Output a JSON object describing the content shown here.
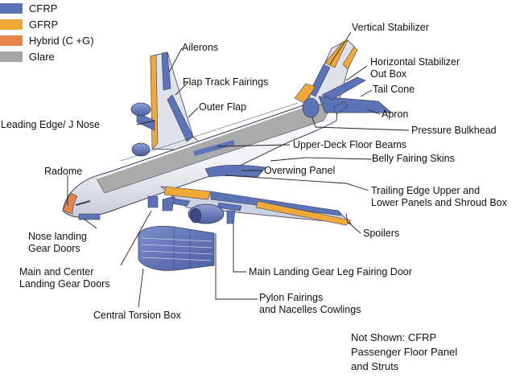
{
  "legend": [
    {
      "label": "CFRP",
      "color": "#5d73b8"
    },
    {
      "label": "GFRP",
      "color": "#f0a83a"
    },
    {
      "label": "Hybrid (C +G)",
      "color": "#e6844a"
    },
    {
      "label": "Glare",
      "color": "#a7a7a7"
    }
  ],
  "labels": {
    "vertical_stabilizer": "Vertical Stabilizer",
    "ailerons": "Ailerons",
    "horizontal_stabilizer_line1": "Horizontal Stabilizer",
    "horizontal_stabilizer_line2": "Out Box",
    "flap_track_fairings": "Flap Track Fairings",
    "tail_cone": "Tail Cone",
    "outer_flap": "Outer Flap",
    "apron": "Apron",
    "leading_edge": "Leading Edge/ J Nose",
    "pressure_bulkhead": "Pressure Bulkhead",
    "upper_deck_floor_beams": "Upper-Deck Floor Beams",
    "belly_fairing_skins": "Belly Fairing Skins",
    "radome": "Radome",
    "overwing_panel": "Overwing Panel",
    "trailing_edge_line1": "Trailing Edge Upper and",
    "trailing_edge_line2": "Lower Panels and Shroud Box",
    "spoilers": "Spoilers",
    "nose_landing_line1": "Nose landing",
    "nose_landing_line2": "Gear Doors",
    "main_center_line1": "Main and Center",
    "main_center_line2": "Landing Gear Doors",
    "main_landing_gear_leg": "Main Landing Gear Leg Fairing Door",
    "pylon_line1": "Pylon Fairings",
    "pylon_line2": "and Nacelles Cowlings",
    "central_torsion_box": "Central Torsion Box"
  },
  "note": {
    "line1": "Not Shown: CFRP",
    "line2": "Passenger Floor Panel",
    "line3": "and Struts"
  },
  "colors": {
    "cfrp": "#5d73b8",
    "gfrp": "#f0a83a",
    "hybrid": "#e6844a",
    "glare": "#a7a7a7",
    "fuselage_white": "#f4f5f8",
    "outline": "#3a3f55"
  }
}
